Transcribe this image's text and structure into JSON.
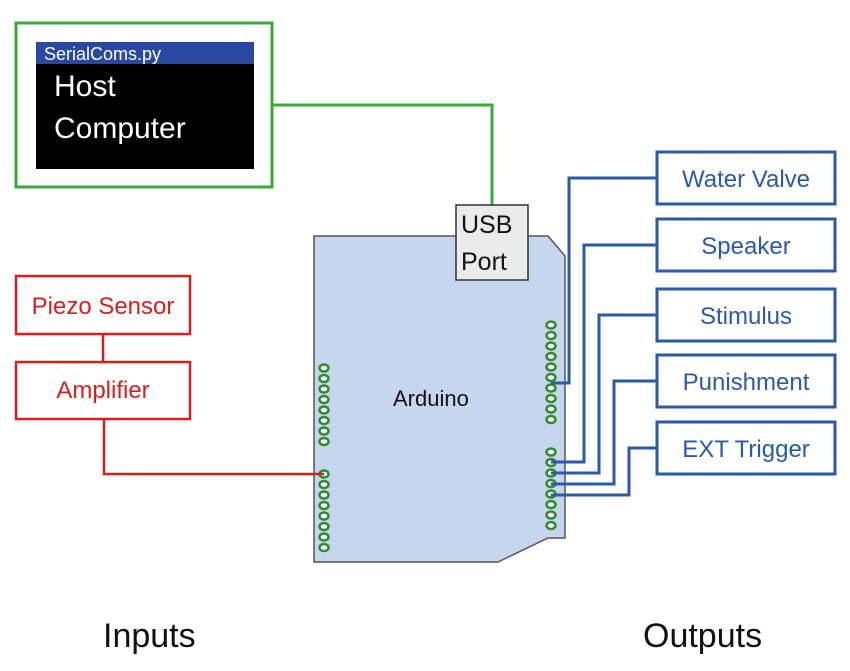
{
  "host": {
    "window_title": "SerialComs.py",
    "line1": "Host",
    "line2": "Computer"
  },
  "usb": {
    "line1": "USB",
    "line2": "Port"
  },
  "board": {
    "label": "Arduino"
  },
  "inputs": {
    "heading": "Inputs",
    "sensor": "Piezo Sensor",
    "amplifier": "Amplifier"
  },
  "outputs": {
    "heading": "Outputs",
    "items": [
      "Water Valve",
      "Speaker",
      "Stimulus",
      "Punishment",
      "EXT Trigger"
    ]
  },
  "colors": {
    "host_border": "#3aa83a",
    "input": "#d42020",
    "output": "#2a5aa8",
    "board_fill": "#c5d6ee",
    "pin": "#2e8b2e",
    "title_bar": "#2b48a0"
  }
}
